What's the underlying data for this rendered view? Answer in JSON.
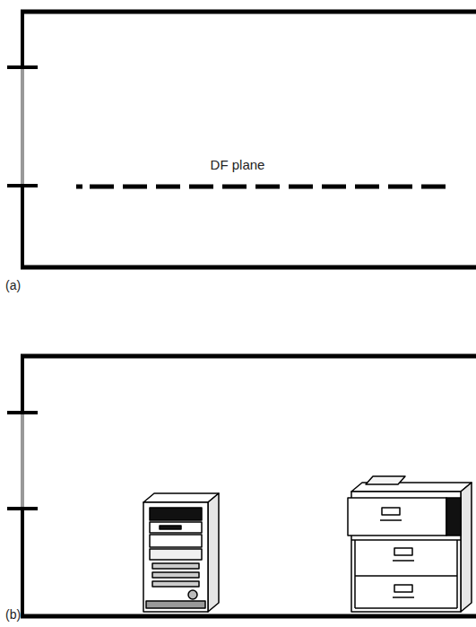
{
  "diagram": {
    "labels": [
      "DF plane",
      "(a)",
      "(b)"
    ]
  }
}
